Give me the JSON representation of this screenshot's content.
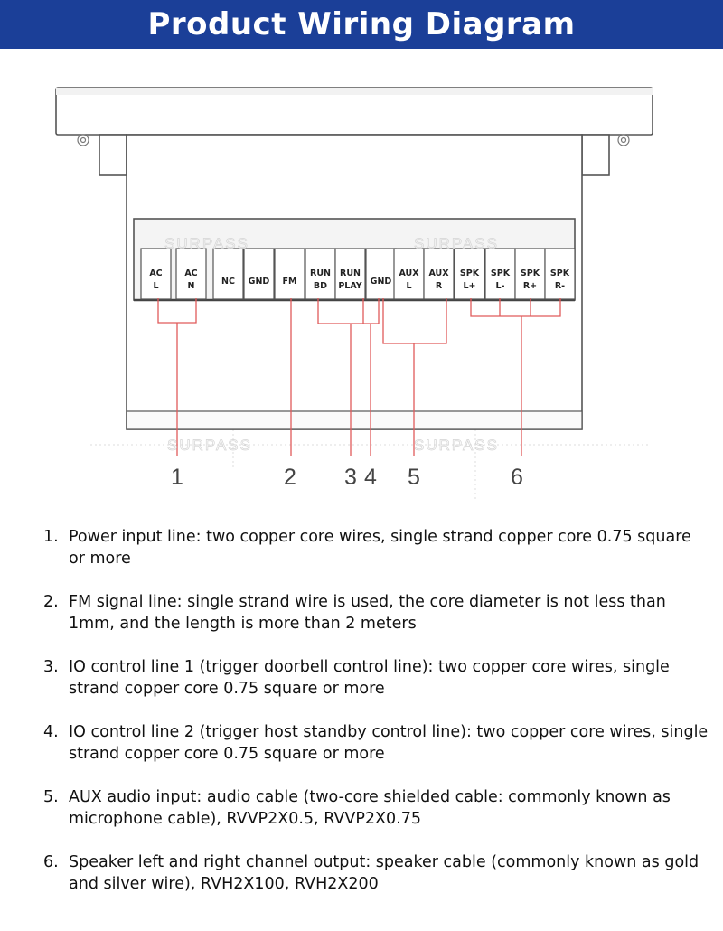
{
  "header": {
    "title": "Product Wiring Diagram"
  },
  "diagram": {
    "terminals": [
      {
        "l1": "AC",
        "l2": "L"
      },
      {
        "l1": "AC",
        "l2": "N"
      },
      {
        "l1": "NC",
        "l2": ""
      },
      {
        "l1": "GND",
        "l2": ""
      },
      {
        "l1": "FM",
        "l2": ""
      },
      {
        "l1": "RUN",
        "l2": "BD"
      },
      {
        "l1": "RUN",
        "l2": "PLAY"
      },
      {
        "l1": "GND",
        "l2": ""
      },
      {
        "l1": "AUX",
        "l2": "L"
      },
      {
        "l1": "AUX",
        "l2": "R"
      },
      {
        "l1": "SPK",
        "l2": "L+"
      },
      {
        "l1": "SPK",
        "l2": "L-"
      },
      {
        "l1": "SPK",
        "l2": "R+"
      },
      {
        "l1": "SPK",
        "l2": "R-"
      }
    ],
    "callouts": [
      "1",
      "2",
      "3",
      "4",
      "5",
      "6"
    ],
    "watermark": "SURPASS"
  },
  "notes": [
    {
      "num": "1.",
      "text": "Power input line: two copper core wires, single strand copper core 0.75 square or more"
    },
    {
      "num": "2.",
      "text": "FM signal line: single strand wire is used, the core diameter is not less than 1mm, and the length is more than 2 meters"
    },
    {
      "num": "3.",
      "text": "IO control line 1 (trigger doorbell control line): two copper core wires, single strand copper core 0.75 square or more"
    },
    {
      "num": "4.",
      "text": "IO control line 2 (trigger host standby control line): two copper core wires, single strand copper core 0.75 square or more"
    },
    {
      "num": "5.",
      "text": "AUX audio input: audio cable (two-core shielded cable: commonly known as microphone cable), RVVP2X0.5, RVVP2X0.75"
    },
    {
      "num": "6.",
      "text": "Speaker left and right channel output: speaker cable (commonly known as gold and silver wire), RVH2X100, RVH2X200"
    }
  ]
}
